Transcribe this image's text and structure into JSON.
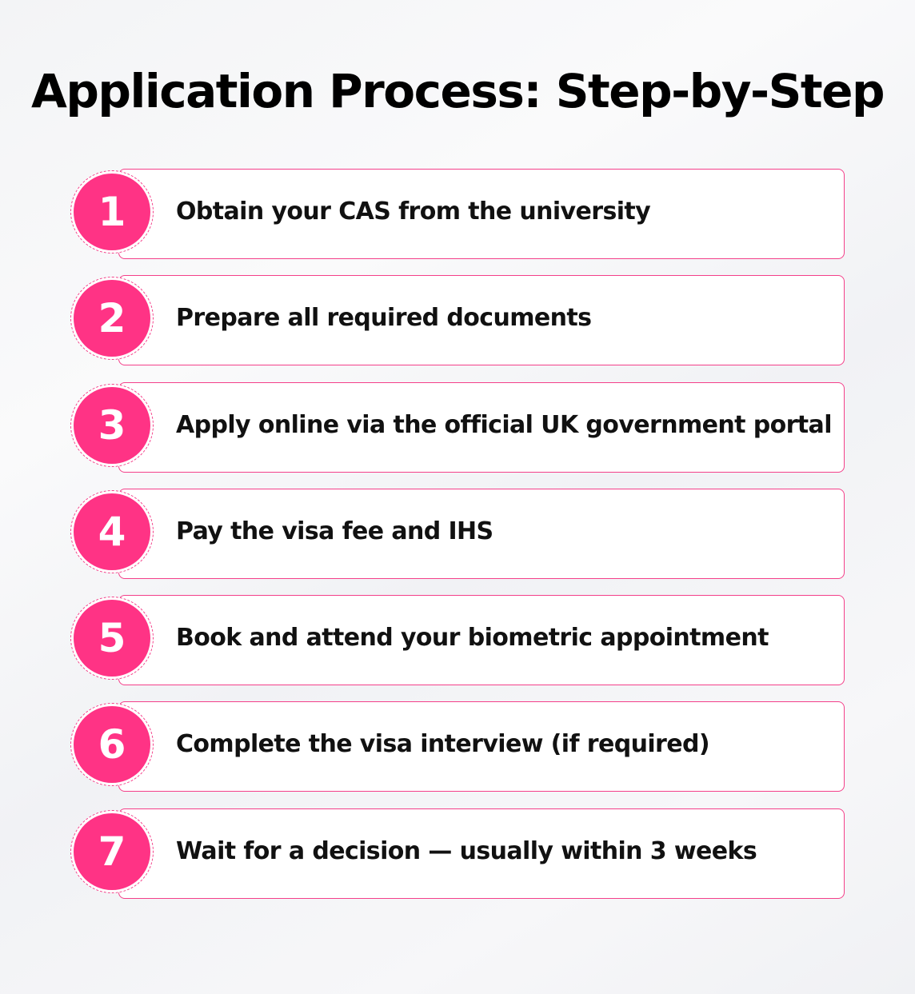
{
  "title": "Application Process: Step-by-Step",
  "colors": {
    "accent": "#ff3385",
    "border": "#f4408a"
  },
  "steps": [
    {
      "number": "1",
      "text": "Obtain your CAS from the university"
    },
    {
      "number": "2",
      "text": "Prepare all required documents"
    },
    {
      "number": "3",
      "text": "Apply online via the official UK government portal"
    },
    {
      "number": "4",
      "text": "Pay the visa fee and IHS"
    },
    {
      "number": "5",
      "text": "Book and attend your biometric appointment"
    },
    {
      "number": "6",
      "text": "Complete the visa interview (if required)"
    },
    {
      "number": "7",
      "text": "Wait for a decision — usually within 3 weeks"
    }
  ]
}
